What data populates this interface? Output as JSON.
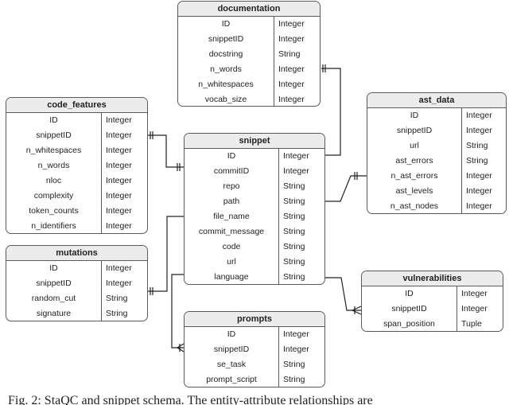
{
  "entities": {
    "documentation": {
      "name": "documentation",
      "fields": [
        {
          "name": "ID",
          "type": "Integer"
        },
        {
          "name": "snippetID",
          "type": "Integer"
        },
        {
          "name": "docstring",
          "type": "String"
        },
        {
          "name": "n_words",
          "type": "Integer"
        },
        {
          "name": "n_whitespaces",
          "type": "Integer"
        },
        {
          "name": "vocab_size",
          "type": "Integer"
        }
      ]
    },
    "code_features": {
      "name": "code_features",
      "fields": [
        {
          "name": "ID",
          "type": "Integer"
        },
        {
          "name": "snippetID",
          "type": "Integer"
        },
        {
          "name": "n_whitespaces",
          "type": "Integer"
        },
        {
          "name": "n_words",
          "type": "Integer"
        },
        {
          "name": "nloc",
          "type": "Integer"
        },
        {
          "name": "complexity",
          "type": "Integer"
        },
        {
          "name": "token_counts",
          "type": "Integer"
        },
        {
          "name": "n_identifiers",
          "type": "Integer"
        }
      ]
    },
    "snippet": {
      "name": "snippet",
      "fields": [
        {
          "name": "ID",
          "type": "Integer"
        },
        {
          "name": "commitID",
          "type": "Integer"
        },
        {
          "name": "repo",
          "type": "String"
        },
        {
          "name": "path",
          "type": "String"
        },
        {
          "name": "file_name",
          "type": "String"
        },
        {
          "name": "commit_message",
          "type": "String"
        },
        {
          "name": "code",
          "type": "String"
        },
        {
          "name": "url",
          "type": "String"
        },
        {
          "name": "language",
          "type": "String"
        }
      ]
    },
    "ast_data": {
      "name": "ast_data",
      "fields": [
        {
          "name": "ID",
          "type": "Integer"
        },
        {
          "name": "snippetID",
          "type": "Integer"
        },
        {
          "name": "url",
          "type": "String"
        },
        {
          "name": "ast_errors",
          "type": "String"
        },
        {
          "name": "n_ast_errors",
          "type": "Integer"
        },
        {
          "name": "ast_levels",
          "type": "Integer"
        },
        {
          "name": "n_ast_nodes",
          "type": "Integer"
        }
      ]
    },
    "mutations": {
      "name": "mutations",
      "fields": [
        {
          "name": "ID",
          "type": "Integer"
        },
        {
          "name": "snippetID",
          "type": "Integer"
        },
        {
          "name": "random_cut",
          "type": "String"
        },
        {
          "name": "signature",
          "type": "String"
        }
      ]
    },
    "vulnerabilities": {
      "name": "vulnerabilities",
      "fields": [
        {
          "name": "ID",
          "type": "Integer"
        },
        {
          "name": "snippetID",
          "type": "Integer"
        },
        {
          "name": "span_position",
          "type": "Tuple"
        }
      ]
    },
    "prompts": {
      "name": "prompts",
      "fields": [
        {
          "name": "ID",
          "type": "Integer"
        },
        {
          "name": "snippetID",
          "type": "Integer"
        },
        {
          "name": "se_task",
          "type": "String"
        },
        {
          "name": "prompt_script",
          "type": "String"
        }
      ]
    }
  },
  "caption": "Fig. 2: StaQC and snippet schema. The entity-attribute relationships are"
}
